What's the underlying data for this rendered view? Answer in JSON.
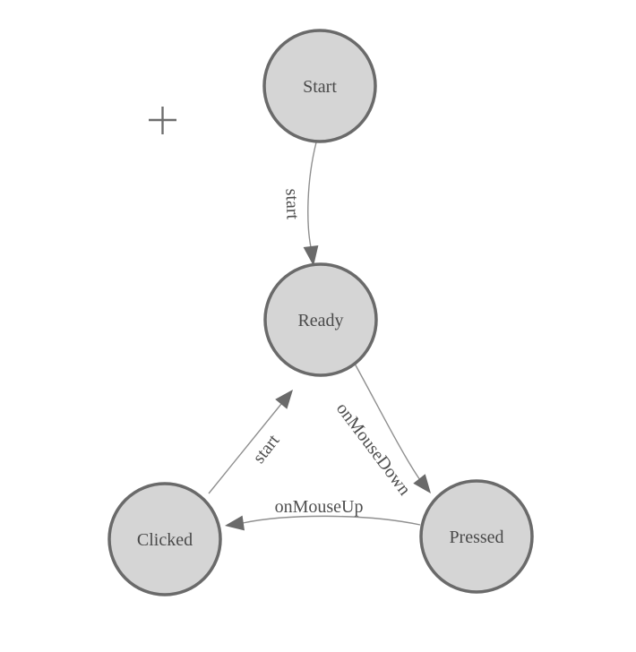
{
  "diagram": {
    "title": "finite-state-machine",
    "background_color": "#ffffff",
    "node_fill_color": "#d5d5d5",
    "node_stroke_color": "#6a6a6a",
    "edge_stroke_color": "#8f8f8f",
    "arrowhead_color": "#6a6a6a",
    "text_color": "#4a4a4a",
    "origin_marker": "plus-cross",
    "nodes": [
      {
        "id": "start",
        "label": "Start"
      },
      {
        "id": "ready",
        "label": "Ready"
      },
      {
        "id": "clicked",
        "label": "Clicked"
      },
      {
        "id": "pressed",
        "label": "Pressed"
      }
    ],
    "edges": [
      {
        "from": "start",
        "to": "ready",
        "label": "start"
      },
      {
        "from": "ready",
        "to": "pressed",
        "label": "onMouseDown"
      },
      {
        "from": "pressed",
        "to": "clicked",
        "label": "onMouseUp"
      },
      {
        "from": "clicked",
        "to": "ready",
        "label": "start"
      }
    ]
  }
}
